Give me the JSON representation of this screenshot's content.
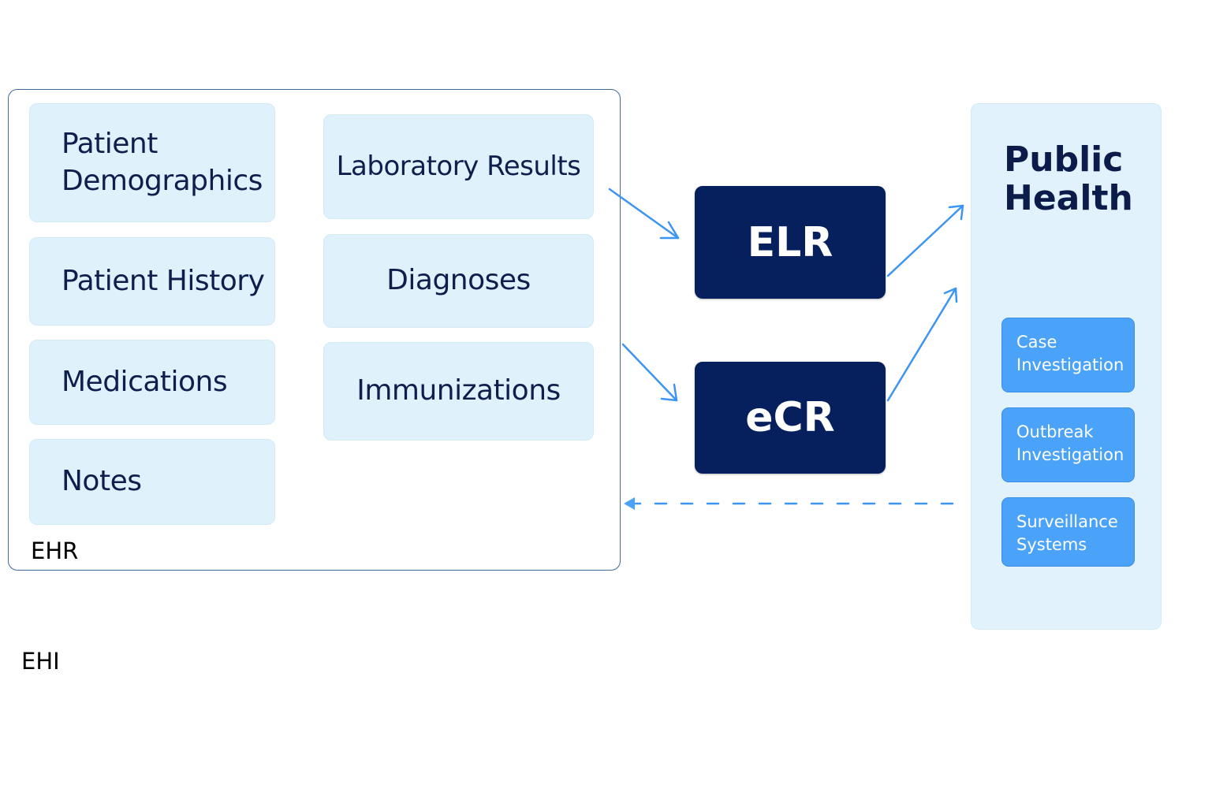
{
  "ehr": {
    "label": "EHR",
    "left_column": [
      {
        "label": "Patient Demographics",
        "lines": [
          "Patient",
          "Demographics"
        ]
      },
      {
        "label": "Patient History"
      },
      {
        "label": "Medications"
      },
      {
        "label": "Notes"
      }
    ],
    "right_column": [
      {
        "label": "Laboratory Results"
      },
      {
        "label": "Diagnoses"
      },
      {
        "label": "Immunizations"
      }
    ]
  },
  "channels": {
    "elr": "ELR",
    "ecr": "eCR"
  },
  "public_health": {
    "title_lines": [
      "Public",
      "Health"
    ],
    "items": [
      {
        "lines": [
          "Case",
          "Investigation"
        ]
      },
      {
        "lines": [
          "Outbreak",
          "Investigation"
        ]
      },
      {
        "lines": [
          "Surveillance",
          "Systems"
        ]
      }
    ]
  },
  "footer_label": "EHI",
  "colors": {
    "arrow": "#3d95f2",
    "channel_bg": "#06205e",
    "tile_bg": "#dff1fb",
    "ph_button": "#4aa3f9",
    "frame_border": "#3f6a99"
  }
}
